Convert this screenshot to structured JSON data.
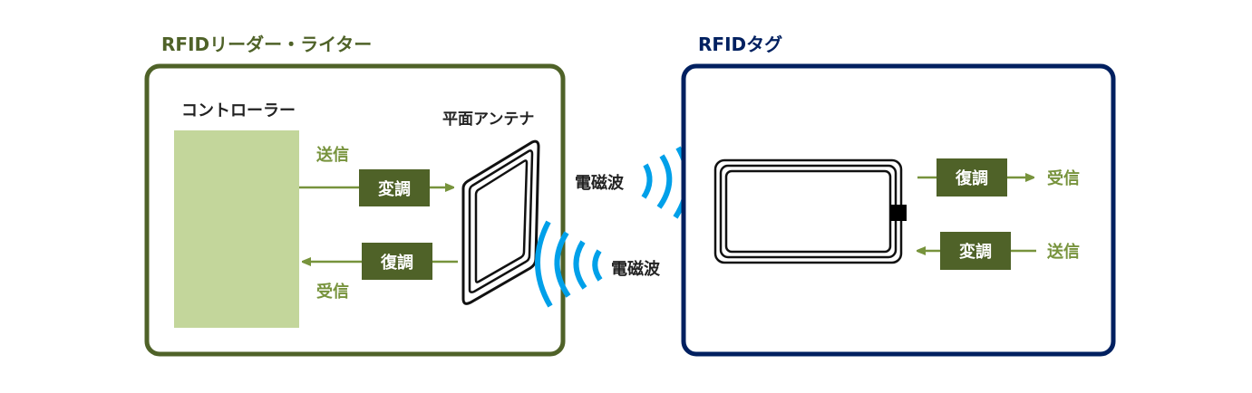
{
  "colors": {
    "reader_border": "#4f6228",
    "tag_border": "#002060",
    "controller_fill": "#c3d69b",
    "box_fill": "#4f6228",
    "label_green": "#77933c",
    "wave_blue": "#00a0e9"
  },
  "reader": {
    "title": "RFIDリーダー・ライター",
    "controller_label": "コントローラー",
    "antenna_label": "平面アンテナ",
    "send_label": "送信",
    "receive_label": "受信",
    "modulate_label": "変調",
    "demodulate_label": "復調"
  },
  "waves": {
    "upper_label": "電磁波",
    "lower_label": "電磁波"
  },
  "tag": {
    "title": "RFIDタグ",
    "demodulate_label": "復調",
    "modulate_label": "変調",
    "receive_label": "受信",
    "send_label": "送信"
  }
}
